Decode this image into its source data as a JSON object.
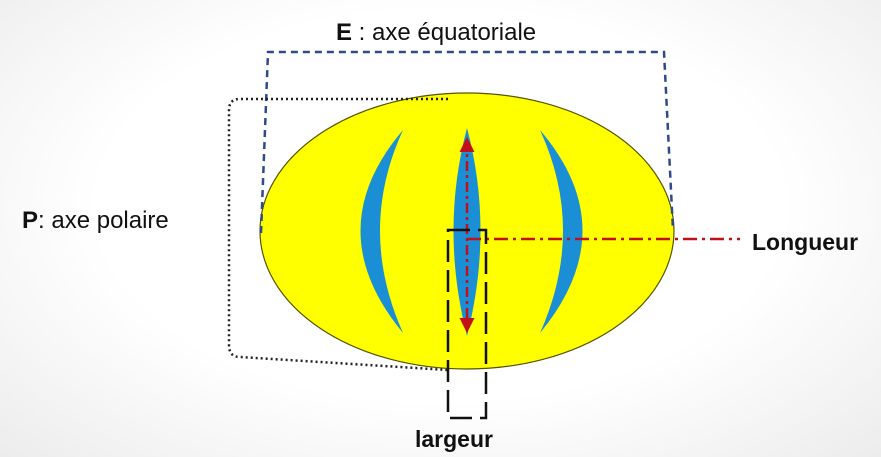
{
  "labels": {
    "equatorial": {
      "key": "E",
      "text": " : axe équatoriale"
    },
    "polar": {
      "key": "P",
      "text": ": axe polaire"
    },
    "length": "Longueur",
    "width": "largeur"
  },
  "colors": {
    "body_fill": "#ffff00",
    "outline": "#555500",
    "crescent_fill": "#1a8fd6",
    "equatorial_bracket": "#2e4a8a",
    "polar_bracket": "#222222",
    "length_axis": "#c0101a",
    "width_box": "#111111"
  }
}
